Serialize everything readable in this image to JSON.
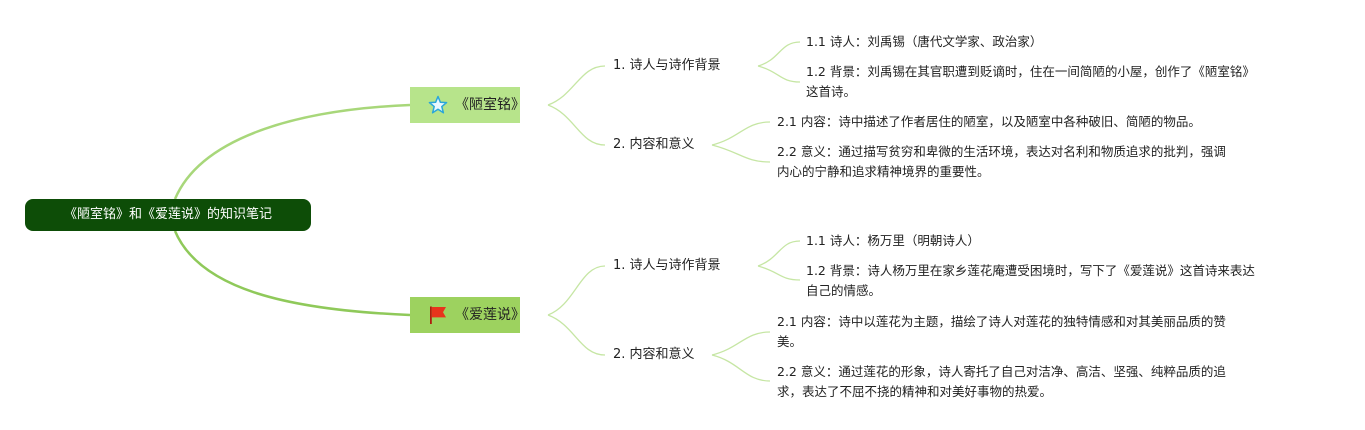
{
  "root": {
    "label": "《陋室铭》和《爱莲说》的知识笔记"
  },
  "branches": [
    {
      "label": "《陋室铭》",
      "icon": "star-icon",
      "color": "#b7e48b",
      "subs": [
        {
          "label": "1. 诗人与诗作背景",
          "leaves": [
            {
              "lines": [
                "1.1 诗人：刘禹锡（唐代文学家、政治家）"
              ]
            },
            {
              "lines": [
                "1.2 背景：刘禹锡在其官职遭到贬谪时，住在一间简陋的小屋，创作了《陋室铭》",
                "这首诗。"
              ]
            }
          ]
        },
        {
          "label": "2. 内容和意义",
          "leaves": [
            {
              "lines": [
                "2.1 内容：诗中描述了作者居住的陋室，以及陋室中各种破旧、简陋的物品。"
              ]
            },
            {
              "lines": [
                "2.2 意义：通过描写贫穷和卑微的生活环境，表达对名利和物质追求的批判，强调",
                "内心的宁静和追求精神境界的重要性。"
              ]
            }
          ]
        }
      ]
    },
    {
      "label": "《爱莲说》",
      "icon": "red-flag-icon",
      "color": "#9dd25f",
      "subs": [
        {
          "label": "1. 诗人与诗作背景",
          "leaves": [
            {
              "lines": [
                "1.1 诗人：杨万里（明朝诗人）"
              ]
            },
            {
              "lines": [
                "1.2 背景：诗人杨万里在家乡莲花庵遭受困境时，写下了《爱莲说》这首诗来表达",
                "自己的情感。"
              ]
            }
          ]
        },
        {
          "label": "2. 内容和意义",
          "leaves": [
            {
              "lines": [
                "2.1 内容：诗中以莲花为主题，描绘了诗人对莲花的独特情感和对其美丽品质的赞",
                "美。"
              ]
            },
            {
              "lines": [
                "2.2 意义：通过莲花的形象，诗人寄托了自己对洁净、高洁、坚强、纯粹品质的追",
                "求，表达了不屈不挠的精神和对美好事物的热爱。"
              ]
            }
          ]
        }
      ]
    }
  ],
  "colors": {
    "root_bg": "#0d4d07",
    "connector_main": "#a8d77a",
    "connector_thin": "#c6e6a4",
    "star": "#2aa6d9",
    "flag": "#e8341c"
  }
}
